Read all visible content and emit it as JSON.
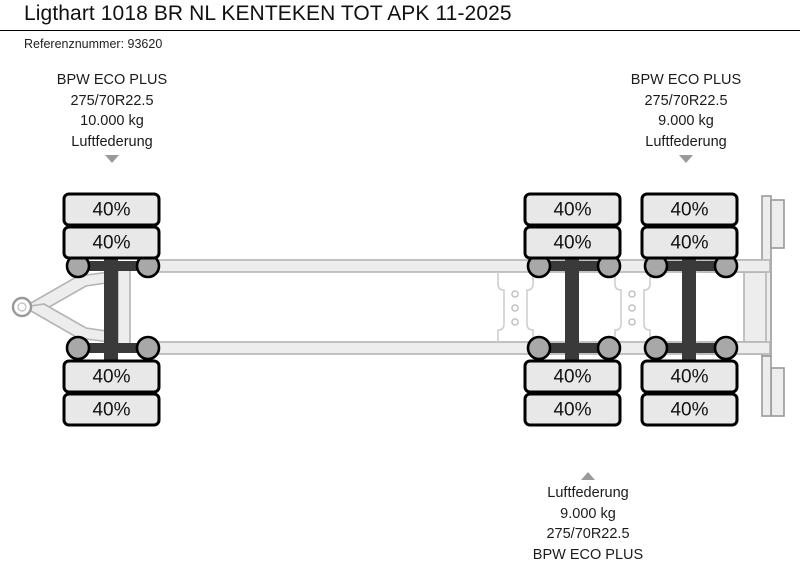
{
  "header": {
    "title": "Ligthart 1018 BR NL KENTEKEN TOT APK 11-2025",
    "reference_label": "Referenznummer: 93620"
  },
  "callouts": {
    "front_axle": {
      "line1": "BPW ECO PLUS",
      "line2": "275/70R22.5",
      "line3": "10.000 kg",
      "line4": "Luftfederung",
      "arrow": "arrow-down"
    },
    "rear_axle": {
      "line1": "BPW ECO PLUS",
      "line2": "275/70R22.5",
      "line3": "9.000 kg",
      "line4": "Luftfederung",
      "arrow": "arrow-down"
    },
    "middle_axle": {
      "line1": "Luftfederung",
      "line2": "9.000 kg",
      "line3": "275/70R22.5",
      "line4": "BPW ECO PLUS",
      "arrow": "arrow-up"
    }
  },
  "tire_treads": {
    "axle_1": {
      "top_outer": "40%",
      "top_inner": "40%",
      "bottom_inner": "40%",
      "bottom_outer": "40%"
    },
    "axle_2": {
      "top_outer": "40%",
      "top_inner": "40%",
      "bottom_inner": "40%",
      "bottom_outer": "40%"
    },
    "axle_3": {
      "top_outer": "40%",
      "top_inner": "40%",
      "bottom_inner": "40%",
      "bottom_outer": "40%"
    }
  },
  "colors": {
    "badge_fill": "#e8e8e8",
    "badge_stroke": "#000000",
    "axle_bar": "#3a3a3a",
    "hub_fill": "#a8a8a8",
    "frame_fill": "#ededed",
    "frame_stroke": "#b4b4b4",
    "arrow_gray": "#9a9a9a",
    "rule": "#000000"
  },
  "vehicle": {
    "type": "drawbar-trailer",
    "axle_count": 3,
    "drawbar": "a-frame-with-eye"
  }
}
